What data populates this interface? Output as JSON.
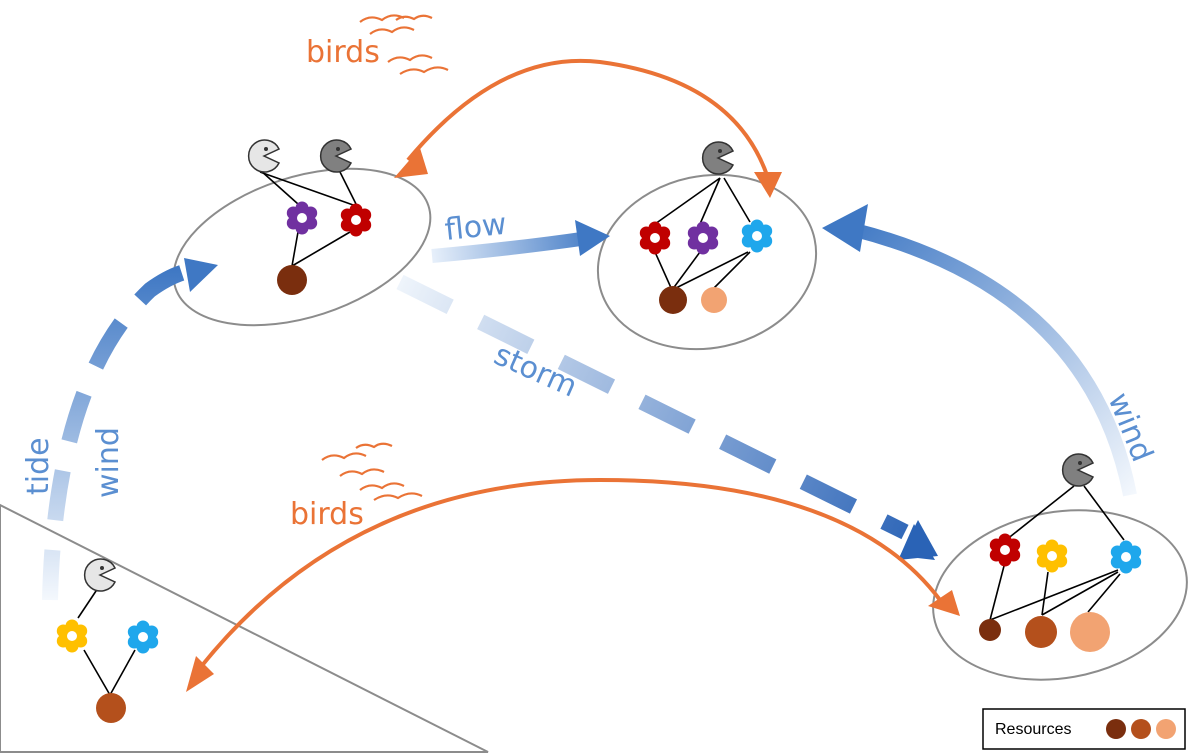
{
  "labels": {
    "birds_top": "birds",
    "birds_bottom": "birds",
    "flow": "flow",
    "storm": "storm",
    "wind_right": "wind",
    "tide": "tide",
    "wind_left": "wind"
  },
  "legend": {
    "title": "Resources"
  },
  "colors": {
    "orange": "#ea7336",
    "blue": "#4a7fc8",
    "light_blue": "#9fc0e6",
    "dark_red": "#c00000",
    "purple": "#7030a0",
    "sky_blue": "#1fa7ec",
    "yellow": "#ffc000",
    "brown_dark": "#7a2e0e",
    "brown_mid": "#b4501c",
    "brown_light": "#f2a372",
    "predator_light": "#e6e6e6",
    "predator_dark": "#808080"
  }
}
